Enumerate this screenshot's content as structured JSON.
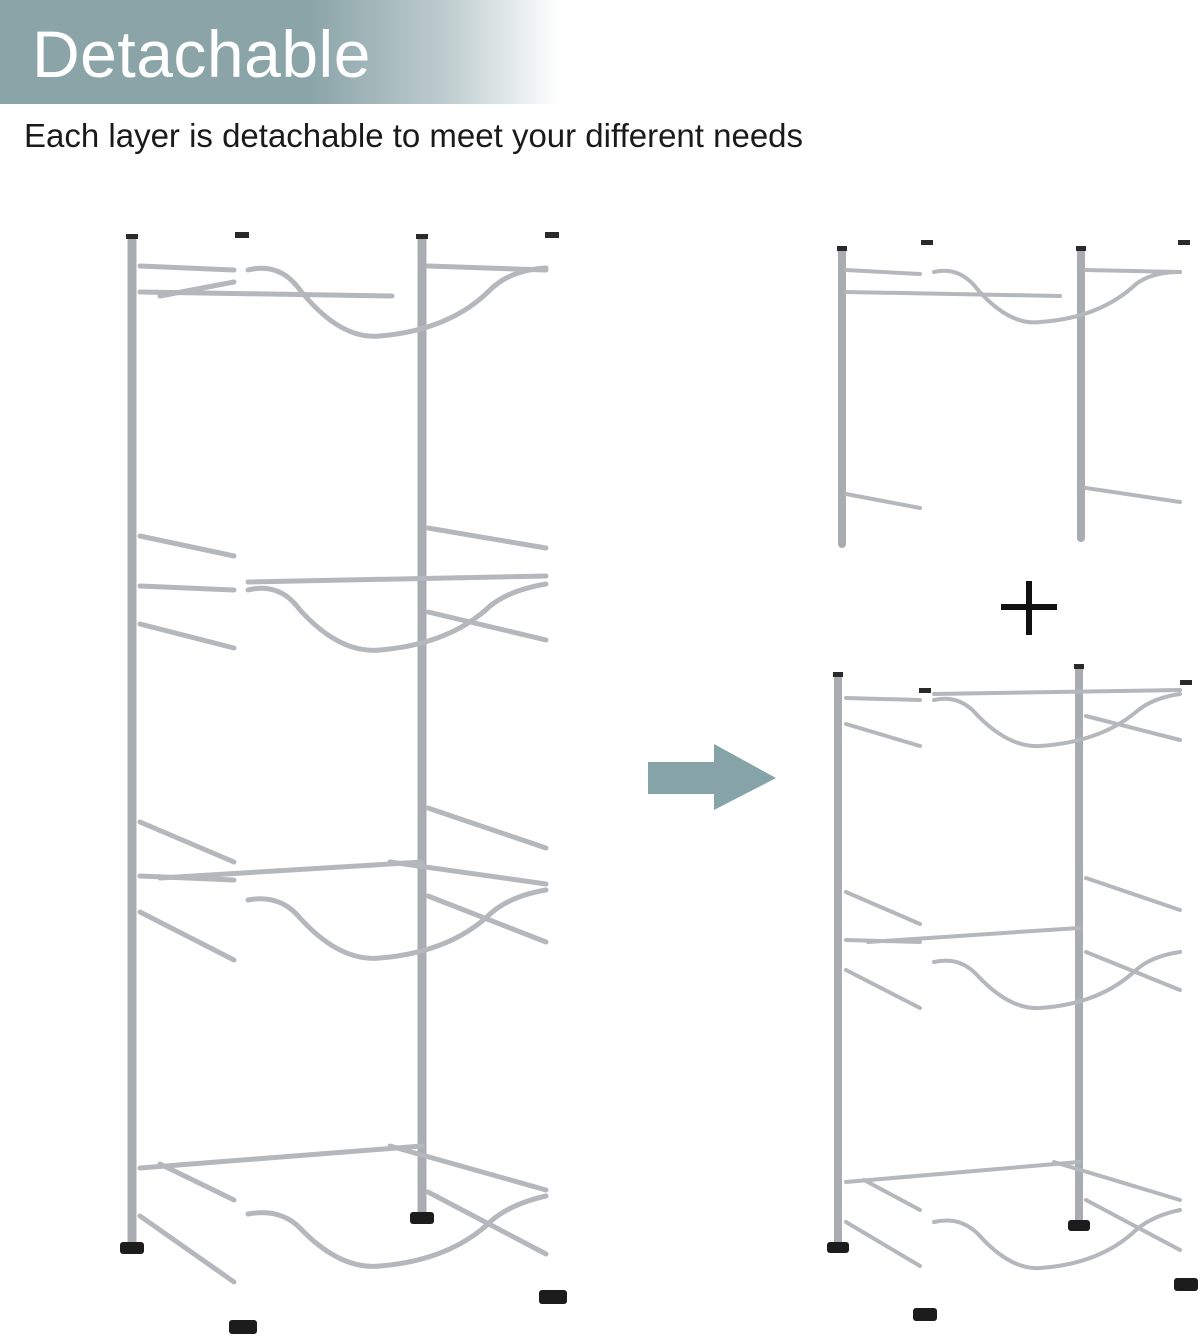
{
  "banner": {
    "title": "Detachable",
    "subtitle": "Each layer is detachable to meet your different needs",
    "accent_color": "#8aa4a8"
  },
  "illustration": {
    "full_rack_icon": "four-tier-bottle-rack",
    "arrow_icon": "arrow-right-icon",
    "plus_icon": "plus-icon",
    "top_layer_icon": "detached-top-layer",
    "base_rack_icon": "two-tier-bottle-rack",
    "metal_color": "#b9bcc0",
    "foot_color": "#1c1c1c"
  }
}
